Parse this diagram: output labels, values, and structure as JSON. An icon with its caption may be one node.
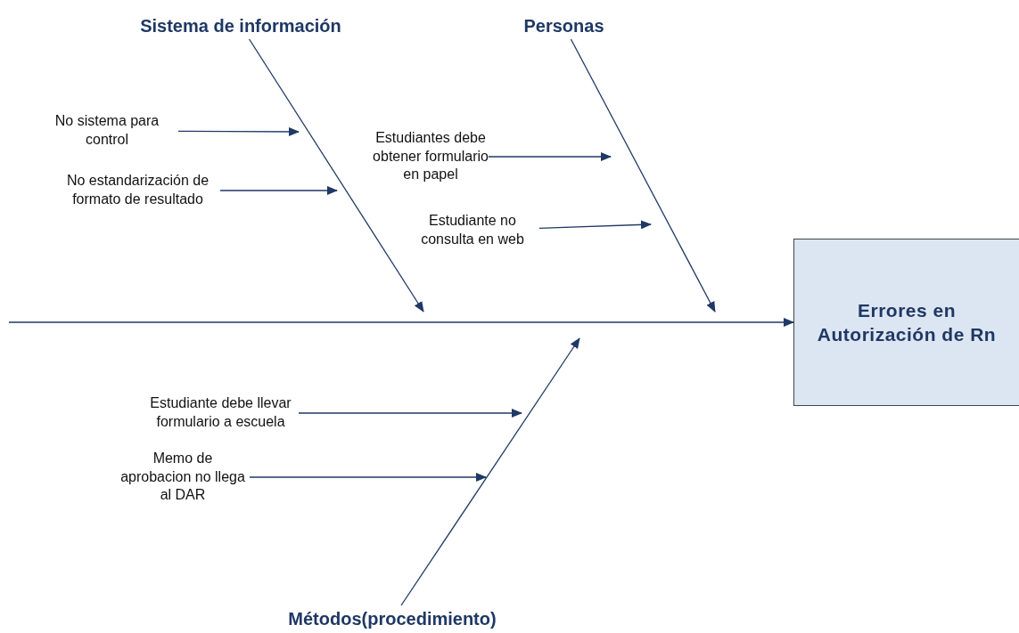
{
  "diagram": {
    "nodes": [
      {
        "text": [
          "Sistema de información"
        ]
      },
      {
        "text": [
          "Personas"
        ]
      },
      {
        "text": [
          "No sistema para control"
        ]
      },
      {
        "text": [
          "No estandarización de formato de resultado"
        ]
      },
      {
        "text": [
          "Estudiantes debe obtener formulario en papel"
        ]
      },
      {
        "text": [
          "Estudiante no consulta en web"
        ]
      },
      {
        "text": [
          "Errores en Autorización de Rn"
        ]
      },
      {
        "text": [
          "Estudiante debe llevar formulario a escuela"
        ]
      },
      {
        "text": [
          "Memo de aprobacion no llega al DAR"
        ]
      },
      {
        "text": [
          "Métodos(procedimiento)"
        ]
      }
    ],
    "edges": [
      {
        "from": 0,
        "to": null,
        "arrow": "to"
      },
      {
        "from": 1,
        "to": null,
        "arrow": "to"
      },
      {
        "from": 2,
        "to": null,
        "arrow": "to"
      },
      {
        "from": 3,
        "to": null,
        "arrow": "to"
      },
      {
        "from": 4,
        "to": null,
        "arrow": "to"
      },
      {
        "from": 5,
        "to": null,
        "arrow": "to"
      },
      {
        "from": null,
        "to": 6,
        "arrow": "to"
      },
      {
        "from": 9,
        "to": null,
        "arrow": "to"
      },
      {
        "from": 7,
        "to": null,
        "arrow": "to"
      },
      {
        "from": 8,
        "to": null,
        "arrow": "to"
      }
    ]
  }
}
